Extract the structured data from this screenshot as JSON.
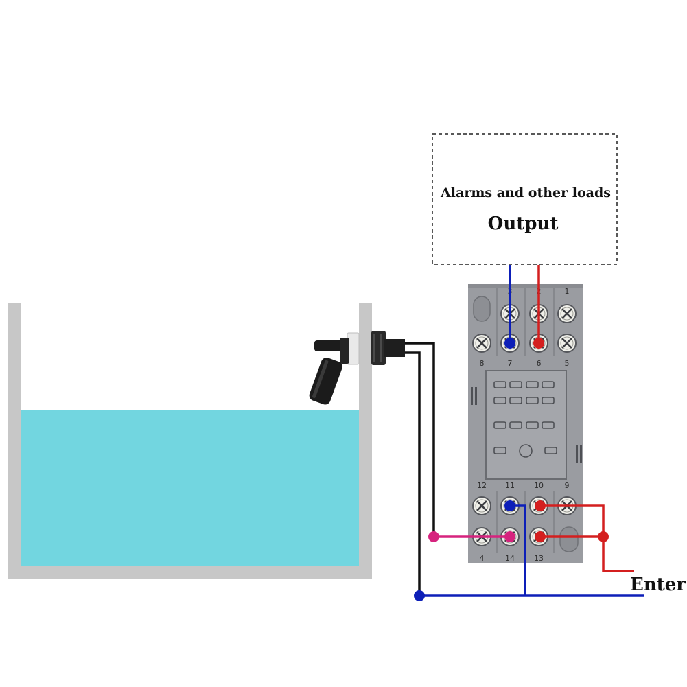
{
  "load_box": {
    "line1": "Alarms and other loads",
    "line2": "Output"
  },
  "input_label": "Enter",
  "terminal_numbers": {
    "t1": "1",
    "t2": "2",
    "t3": "3",
    "t4": "4",
    "t5": "5",
    "t6": "6",
    "t7": "7",
    "t8": "8",
    "t9": "9",
    "t10": "10",
    "t11": "11",
    "t12": "12",
    "t13": "13",
    "t14": "14"
  },
  "colors": {
    "water": "#72d6e0",
    "tank_wall": "#c7c7c7",
    "relay_base": "#9a9ca1",
    "wire_blue": "#0d1fb8",
    "wire_red": "#d41f1f",
    "wire_magenta": "#d6237e",
    "wire_black": "#111111"
  }
}
